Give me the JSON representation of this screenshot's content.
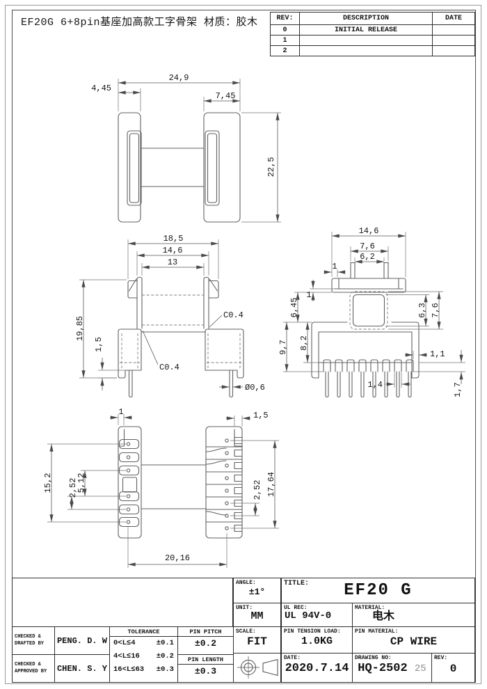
{
  "sheet": {
    "main_title": "EF20G 6+8pin基座加高款工字骨架 材质：胶木"
  },
  "rev_table": {
    "col_rev": "REV:",
    "col_desc": "DESCRIPTION",
    "col_date": "DATE",
    "rows": [
      {
        "rev": "0",
        "desc": "INITIAL RELEASE",
        "date": ""
      },
      {
        "rev": "1",
        "desc": "",
        "date": ""
      },
      {
        "rev": "2",
        "desc": "",
        "date": ""
      }
    ]
  },
  "views": {
    "top": {
      "dims": {
        "overall_width": "24,9",
        "left_flange_width": "4,45",
        "right_flange_width": "7,45",
        "overall_depth": "22,5"
      }
    },
    "front": {
      "dims": {
        "flange_width": "18,5",
        "tube_outer": "14,6",
        "tube_inner": "13",
        "overall_height": "19,85",
        "standoff": "1,5",
        "chamfer_upper": "C0.4",
        "chamfer_lower": "C0.4",
        "pin_diameter": "Ø0,6"
      }
    },
    "side": {
      "dims": {
        "flange_width": "14,6",
        "tube_outer": "7,6",
        "tube_inner": "6,2",
        "wall_thickness": "1",
        "flange_thickness": "1",
        "winding_width": "6,45",
        "window_height": "6,3",
        "window_outer": "7,6",
        "base_total_height": "9,7",
        "base_height": "8,2",
        "pin_edge": "1,1",
        "pin_width": "1,4",
        "pin_shoulder": "1,7"
      }
    },
    "bottom": {
      "dims": {
        "rib_left": "1",
        "rib_right": "1,5",
        "left_row_span": "15,2",
        "left_pitch": "2,52",
        "left_gap": "5,12",
        "right_row_span": "17,64",
        "right_pitch": "2,52",
        "row_distance": "20,16"
      }
    }
  },
  "title_block": {
    "checked_drafted_label": "CHECKED &\nDRAFTED BY",
    "checked_drafted_value": "PENG. D. W",
    "checked_approved_label": "CHECKED &\nAPPROVED BY",
    "checked_approved_value": "CHEN. S. Y",
    "tolerance": {
      "header": "TOLERANCE",
      "r1_range": "0<L≤4",
      "r1_val": "±0.1",
      "r2_range": "4<L≤16",
      "r2_val": "±0.2",
      "r3_range": "16<L≤63",
      "r3_val": "±0.3"
    },
    "pin_pitch_label": "PIN PITCH",
    "pin_pitch_value": "±0.2",
    "pin_length_label": "PIN LENGTH",
    "pin_length_value": "±0.3",
    "angle_label": "ANGLE:",
    "angle_value": "±1°",
    "unit_label": "UNIT:",
    "unit_value": "MM",
    "scale_label": "SCALE:",
    "scale_value": "FIT",
    "title_label": "TITLE:",
    "title_value": "EF20 G",
    "ul_label": "UL REC:",
    "ul_value": "UL 94V-0",
    "material_label": "MATERIAL:",
    "material_value": "电木",
    "tension_label": "PIN TENSION LOAD:",
    "tension_value": "1.0KG",
    "pin_material_label": "PIN MATERIAL:",
    "pin_material_value": "CP WIRE",
    "date_label": "DATE:",
    "date_value": "2020.7.14",
    "drawing_label": "DRAWING NO:",
    "drawing_value": "HQ-2502",
    "drawing_suffix": "25",
    "rev_label": "REV:",
    "rev_value": "0"
  }
}
